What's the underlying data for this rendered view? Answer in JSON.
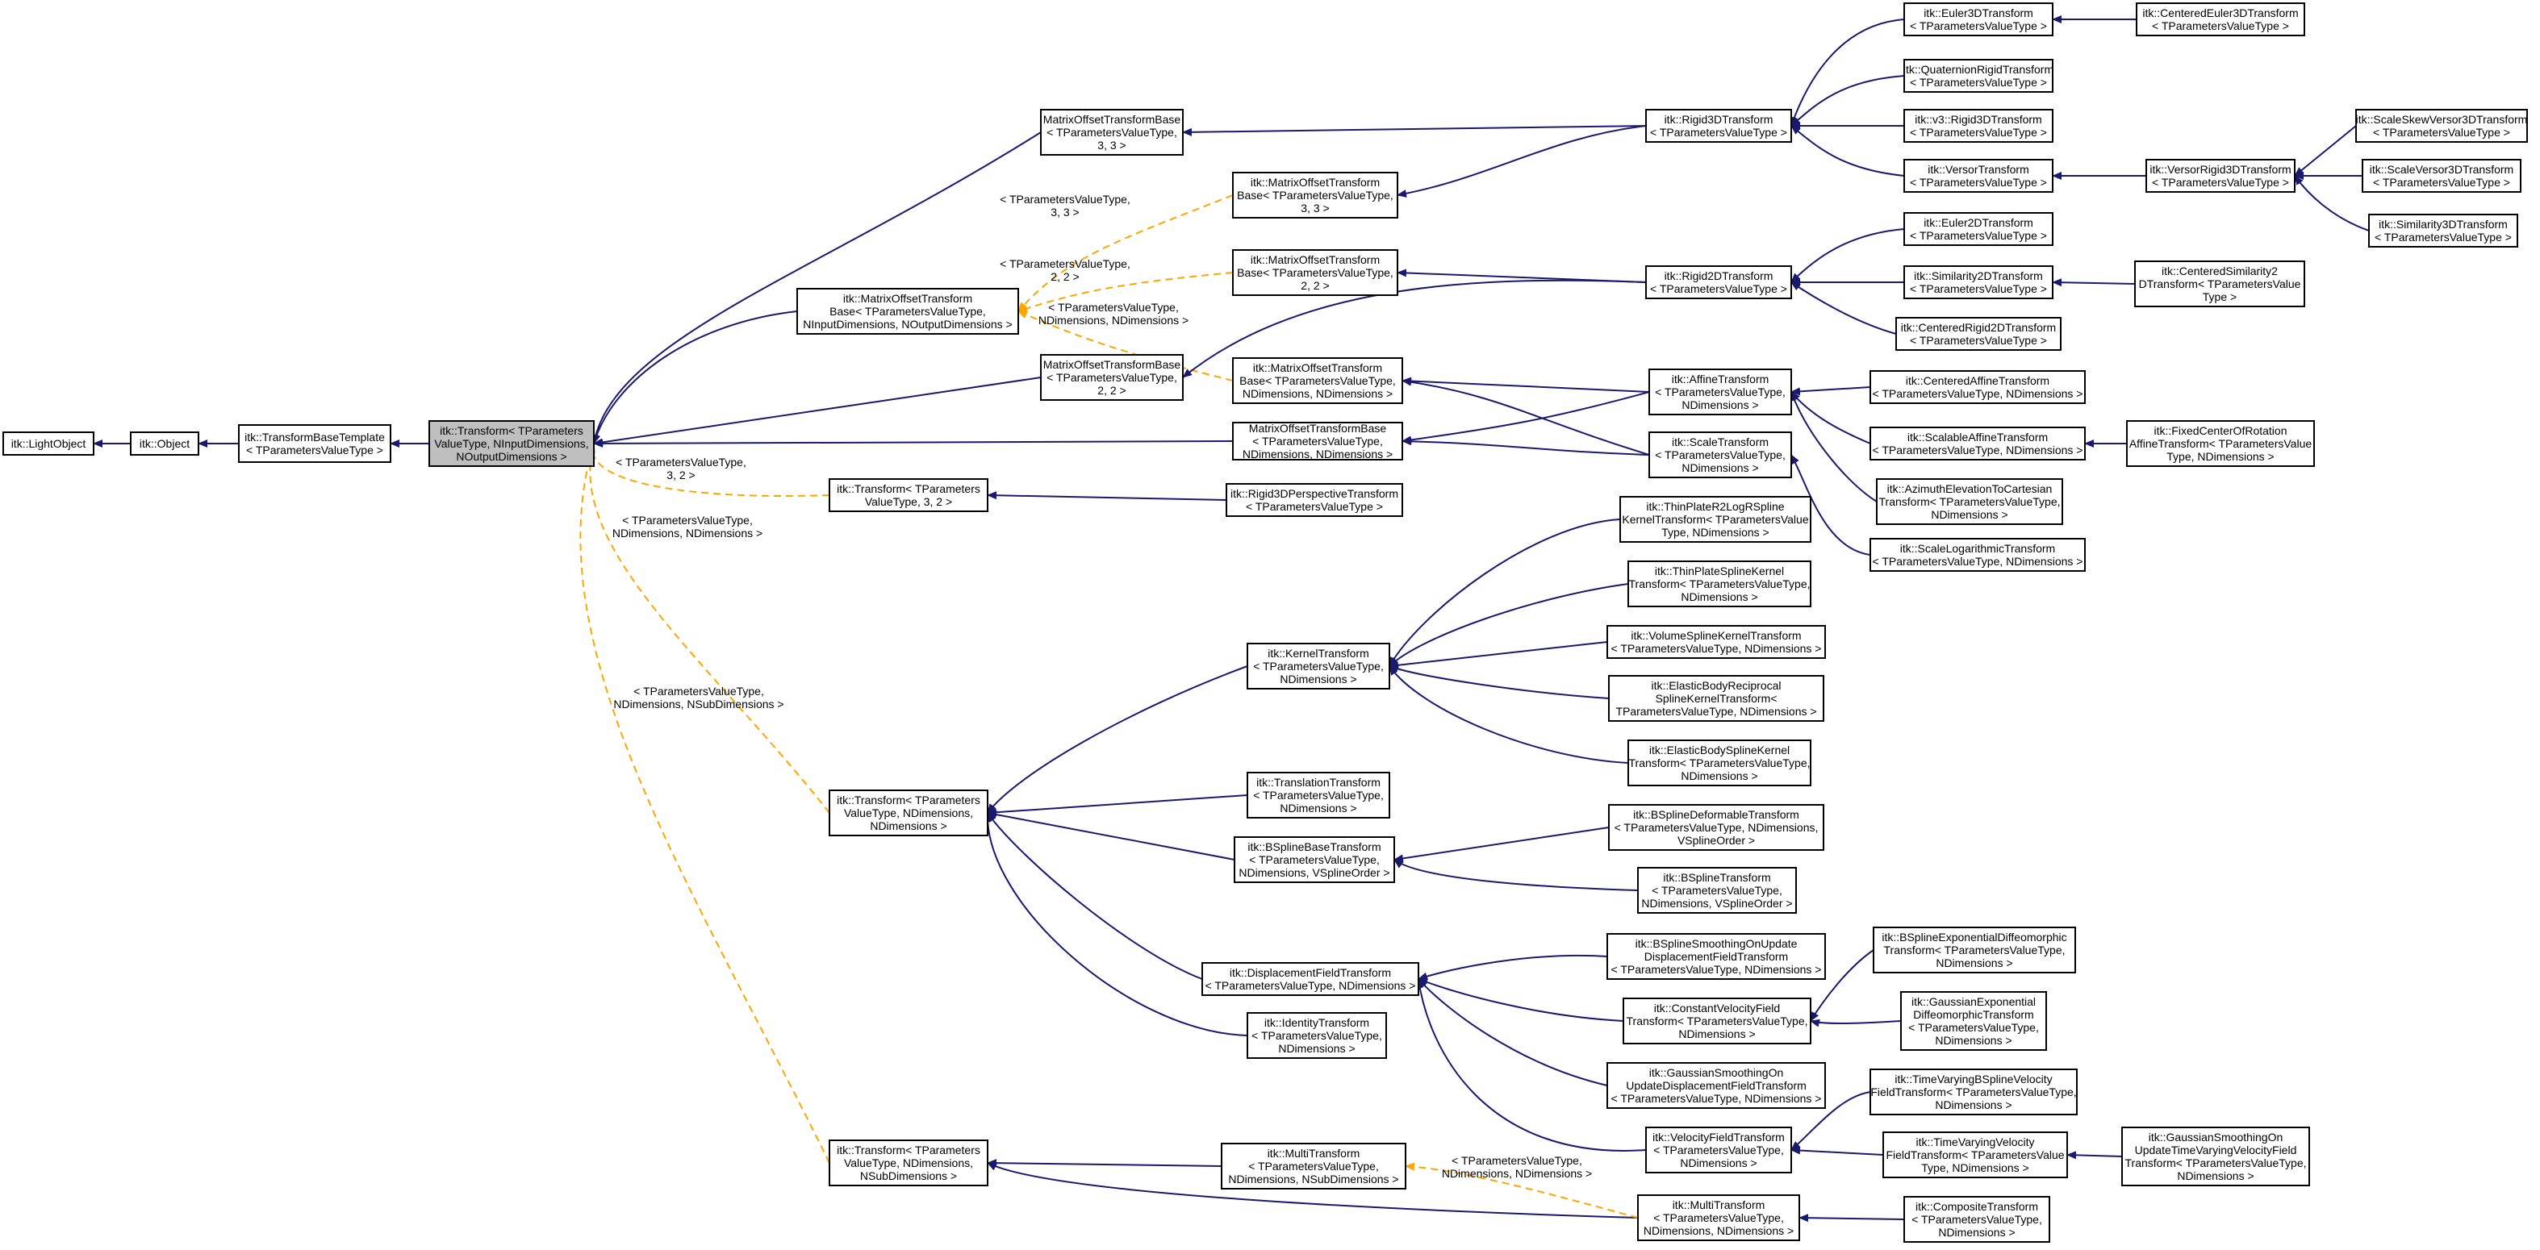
{
  "colors": {
    "inheritance_edge": "#191970",
    "template_edge": "#ffa500",
    "node_border": "#000000",
    "node_fill": "#ffffff",
    "focus_node_fill": "#bfbfbf"
  },
  "nodes": [
    {
      "id": "lightobject",
      "lines": [
        "itk::LightObject"
      ]
    },
    {
      "id": "object",
      "lines": [
        "itk::Object"
      ]
    },
    {
      "id": "tbt",
      "lines": [
        "itk::TransformBaseTemplate",
        "< TParametersValueType >"
      ]
    },
    {
      "id": "transform_main",
      "lines": [
        "itk::Transform< TParameters",
        "ValueType, NInputDimensions,",
        "NOutputDimensions >"
      ],
      "focus": true
    },
    {
      "id": "motb_33",
      "lines": [
        "MatrixOffsetTransformBase",
        "< TParametersValueType,",
        "3, 3 >"
      ]
    },
    {
      "id": "motb_generic",
      "lines": [
        "itk::MatrixOffsetTransform",
        "Base< TParametersValueType,",
        "NInputDimensions, NOutputDimensions >"
      ]
    },
    {
      "id": "motb_22",
      "lines": [
        "MatrixOffsetTransformBase",
        "< TParametersValueType,",
        "2, 2 >"
      ]
    },
    {
      "id": "motb_nn",
      "lines": [
        "MatrixOffsetTransformBase",
        "< TParametersValueType,",
        "NDimensions, NDimensions >"
      ]
    },
    {
      "id": "transform_32",
      "lines": [
        "itk::Transform< TParameters",
        "ValueType, 3, 2 >"
      ]
    },
    {
      "id": "imotb_33",
      "lines": [
        "itk::MatrixOffsetTransform",
        "Base< TParametersValueType,",
        "3, 3 >"
      ]
    },
    {
      "id": "imotb_22",
      "lines": [
        "itk::MatrixOffsetTransform",
        "Base< TParametersValueType,",
        "2, 2 >"
      ]
    },
    {
      "id": "imotb_nn",
      "lines": [
        "itk::MatrixOffsetTransform",
        "Base< TParametersValueType,",
        "NDimensions, NDimensions >"
      ]
    },
    {
      "id": "rigid3dpersp",
      "lines": [
        "itk::Rigid3DPerspectiveTransform",
        "< TParametersValueType >"
      ]
    },
    {
      "id": "rigid3d",
      "lines": [
        "itk::Rigid3DTransform",
        "< TParametersValueType >"
      ]
    },
    {
      "id": "rigid2d",
      "lines": [
        "itk::Rigid2DTransform",
        "< TParametersValueType >"
      ]
    },
    {
      "id": "affine",
      "lines": [
        "itk::AffineTransform",
        "< TParametersValueType,",
        "NDimensions >"
      ]
    },
    {
      "id": "scale",
      "lines": [
        "itk::ScaleTransform",
        "< TParametersValueType,",
        "NDimensions >"
      ]
    },
    {
      "id": "euler3d",
      "lines": [
        "itk::Euler3DTransform",
        "< TParametersValueType >"
      ]
    },
    {
      "id": "quatrigid",
      "lines": [
        "itk::QuaternionRigidTransform",
        "< TParametersValueType >"
      ]
    },
    {
      "id": "v3rigid3d",
      "lines": [
        "itk::v3::Rigid3DTransform",
        "< TParametersValueType >"
      ]
    },
    {
      "id": "versor",
      "lines": [
        "itk::VersorTransform",
        "< TParametersValueType >"
      ]
    },
    {
      "id": "centeuler3d",
      "lines": [
        "itk::CenteredEuler3DTransform",
        "< TParametersValueType >"
      ]
    },
    {
      "id": "versorrigid3d",
      "lines": [
        "itk::VersorRigid3DTransform",
        "< TParametersValueType >"
      ]
    },
    {
      "id": "scaleskew",
      "lines": [
        "itk::ScaleSkewVersor3DTransform",
        "< TParametersValueType >"
      ]
    },
    {
      "id": "scaleversor",
      "lines": [
        "itk::ScaleVersor3DTransform",
        "< TParametersValueType >"
      ]
    },
    {
      "id": "similarity3d",
      "lines": [
        "itk::Similarity3DTransform",
        "< TParametersValueType >"
      ]
    },
    {
      "id": "euler2d",
      "lines": [
        "itk::Euler2DTransform",
        "< TParametersValueType >"
      ]
    },
    {
      "id": "similarity2d",
      "lines": [
        "itk::Similarity2DTransform",
        "< TParametersValueType >"
      ]
    },
    {
      "id": "centrigid2d",
      "lines": [
        "itk::CenteredRigid2DTransform",
        "< TParametersValueType >"
      ]
    },
    {
      "id": "centsim2d",
      "lines": [
        "itk::CenteredSimilarity2",
        "DTransform< TParametersValue",
        "Type >"
      ]
    },
    {
      "id": "centaffine",
      "lines": [
        "itk::CenteredAffineTransform",
        "< TParametersValueType, NDimensions >"
      ]
    },
    {
      "id": "scalableaffine",
      "lines": [
        "itk::ScalableAffineTransform",
        "< TParametersValueType, NDimensions >"
      ]
    },
    {
      "id": "azimuth",
      "lines": [
        "itk::AzimuthElevationToCartesian",
        "Transform< TParametersValueType,",
        "NDimensions >"
      ]
    },
    {
      "id": "fixedcenter",
      "lines": [
        "itk::FixedCenterOfRotation",
        "AffineTransform< TParametersValue",
        "Type, NDimensions >"
      ]
    },
    {
      "id": "scalelog",
      "lines": [
        "itk::ScaleLogarithmicTransform",
        "< TParametersValueType, NDimensions >"
      ]
    },
    {
      "id": "transform_nn",
      "lines": [
        "itk::Transform< TParameters",
        "ValueType, NDimensions,",
        "NDimensions >"
      ]
    },
    {
      "id": "transform_ns",
      "lines": [
        "itk::Transform< TParameters",
        "ValueType, NDimensions,",
        "NSubDimensions >"
      ]
    },
    {
      "id": "kernel",
      "lines": [
        "itk::KernelTransform",
        "< TParametersValueType,",
        "NDimensions >"
      ]
    },
    {
      "id": "translation",
      "lines": [
        "itk::TranslationTransform",
        "< TParametersValueType,",
        "NDimensions >"
      ]
    },
    {
      "id": "bsplinebase",
      "lines": [
        "itk::BSplineBaseTransform",
        "< TParametersValueType,",
        "NDimensions, VSplineOrder >"
      ]
    },
    {
      "id": "dispfield",
      "lines": [
        "itk::DisplacementFieldTransform",
        "< TParametersValueType, NDimensions >"
      ]
    },
    {
      "id": "identity",
      "lines": [
        "itk::IdentityTransform",
        "< TParametersValueType,",
        "NDimensions >"
      ]
    },
    {
      "id": "multi_ns",
      "lines": [
        "itk::MultiTransform",
        "< TParametersValueType,",
        "NDimensions, NSubDimensions >"
      ]
    },
    {
      "id": "thinplater2",
      "lines": [
        "itk::ThinPlateR2LogRSpline",
        "KernelTransform< TParametersValue",
        "Type, NDimensions >"
      ]
    },
    {
      "id": "thinplate",
      "lines": [
        "itk::ThinPlateSplineKernel",
        "Transform< TParametersValueType,",
        "NDimensions >"
      ]
    },
    {
      "id": "volumespline",
      "lines": [
        "itk::VolumeSplineKernelTransform",
        "< TParametersValueType, NDimensions >"
      ]
    },
    {
      "id": "elasticrecip",
      "lines": [
        "itk::ElasticBodyReciprocal",
        "SplineKernelTransform<",
        "TParametersValueType, NDimensions >"
      ]
    },
    {
      "id": "elastic",
      "lines": [
        "itk::ElasticBodySplineKernel",
        "Transform< TParametersValueType,",
        "NDimensions >"
      ]
    },
    {
      "id": "bsplinedeform",
      "lines": [
        "itk::BSplineDeformableTransform",
        "< TParametersValueType, NDimensions,",
        "VSplineOrder >"
      ]
    },
    {
      "id": "bspline",
      "lines": [
        "itk::BSplineTransform",
        "< TParametersValueType,",
        "NDimensions, VSplineOrder >"
      ]
    },
    {
      "id": "bsplinesmooth",
      "lines": [
        "itk::BSplineSmoothingOnUpdate",
        "DisplacementFieldTransform",
        "< TParametersValueType, NDimensions >"
      ]
    },
    {
      "id": "constvel",
      "lines": [
        "itk::ConstantVelocityField",
        "Transform< TParametersValueType,",
        "NDimensions >"
      ]
    },
    {
      "id": "gausssmooth",
      "lines": [
        "itk::GaussianSmoothingOn",
        "UpdateDisplacementFieldTransform",
        "< TParametersValueType, NDimensions >"
      ]
    },
    {
      "id": "velfield",
      "lines": [
        "itk::VelocityFieldTransform",
        "< TParametersValueType,",
        "NDimensions >"
      ]
    },
    {
      "id": "bsplineexp",
      "lines": [
        "itk::BSplineExponentialDiffeomorphic",
        "Transform< TParametersValueType,",
        "NDimensions >"
      ]
    },
    {
      "id": "gaussexp",
      "lines": [
        "itk::GaussianExponential",
        "DiffeomorphicTransform",
        "< TParametersValueType,",
        "NDimensions >"
      ]
    },
    {
      "id": "tvbspline",
      "lines": [
        "itk::TimeVaryingBSplineVelocity",
        "FieldTransform< TParametersValueType,",
        "NDimensions >"
      ]
    },
    {
      "id": "tvvel",
      "lines": [
        "itk::TimeVaryingVelocity",
        "FieldTransform< TParametersValue",
        "Type, NDimensions >"
      ]
    },
    {
      "id": "gausstv",
      "lines": [
        "itk::GaussianSmoothingOn",
        "UpdateTimeVaryingVelocityField",
        "Transform< TParametersValueType,",
        "NDimensions >"
      ]
    },
    {
      "id": "multi_nn",
      "lines": [
        "itk::MultiTransform",
        "< TParametersValueType,",
        "NDimensions, NDimensions >"
      ]
    },
    {
      "id": "composite",
      "lines": [
        "itk::CompositeTransform",
        "< TParametersValueType,",
        "NDimensions >"
      ]
    }
  ],
  "edge_labels": [
    {
      "id": "lbl_33",
      "lines": [
        "< TParametersValueType,",
        "3, 3 >"
      ]
    },
    {
      "id": "lbl_22",
      "lines": [
        "< TParametersValueType,",
        "2, 2 >"
      ]
    },
    {
      "id": "lbl_nn_motb",
      "lines": [
        "< TParametersValueType,",
        "NDimensions, NDimensions >"
      ]
    },
    {
      "id": "lbl_32",
      "lines": [
        "< TParametersValueType,",
        "3, 2 >"
      ]
    },
    {
      "id": "lbl_nn_transform",
      "lines": [
        "< TParametersValueType,",
        "NDimensions, NDimensions >"
      ]
    },
    {
      "id": "lbl_ns_transform",
      "lines": [
        "< TParametersValueType,",
        "NDimensions, NSubDimensions >"
      ]
    },
    {
      "id": "lbl_nn_multi",
      "lines": [
        "< TParametersValueType,",
        "NDimensions, NDimensions >"
      ]
    }
  ]
}
